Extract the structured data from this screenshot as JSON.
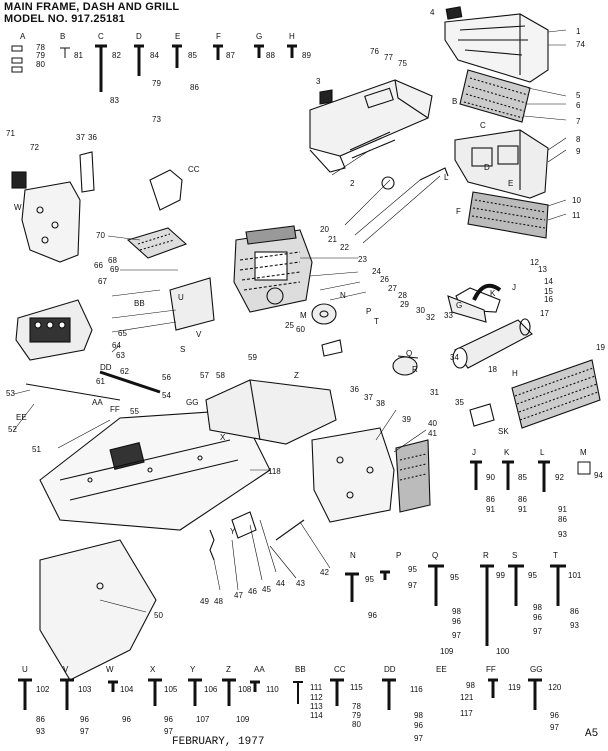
{
  "header": {
    "title_line1": "MAIN FRAME, DASH AND GRILL",
    "title_line2": "MODEL NO. 917.25181"
  },
  "footer": {
    "date": "FEBRUARY, 1977",
    "page_code": "A5"
  },
  "hardware_top": [
    {
      "letter": "A",
      "refs": [
        "78",
        "79",
        "80"
      ]
    },
    {
      "letter": "B",
      "refs": [
        "81"
      ]
    },
    {
      "letter": "C",
      "refs": [
        "82",
        "83"
      ]
    },
    {
      "letter": "D",
      "refs": [
        "84",
        "79"
      ]
    },
    {
      "letter": "E",
      "refs": [
        "85",
        "86"
      ]
    },
    {
      "letter": "F",
      "refs": [
        "87"
      ]
    },
    {
      "letter": "G",
      "refs": [
        "88"
      ]
    },
    {
      "letter": "H",
      "refs": [
        "89"
      ]
    }
  ],
  "hardware_right_row1": [
    {
      "letter": "J",
      "refs": [
        "90",
        "86",
        "91"
      ]
    },
    {
      "letter": "K",
      "refs": [
        "85",
        "86",
        "91"
      ]
    },
    {
      "letter": "L",
      "refs": [
        "92",
        "91",
        "86",
        "93"
      ]
    },
    {
      "letter": "M",
      "refs": [
        "94"
      ]
    }
  ],
  "hardware_right_row2": [
    {
      "letter": "N",
      "refs": [
        "95",
        "96"
      ]
    },
    {
      "letter": "P",
      "refs": [
        "95",
        "97"
      ]
    },
    {
      "letter": "Q",
      "refs": [
        "95",
        "98",
        "96",
        "97",
        "109"
      ]
    },
    {
      "letter": "R",
      "refs": [
        "99",
        "100"
      ]
    },
    {
      "letter": "S",
      "refs": [
        "95",
        "98",
        "96",
        "97"
      ]
    },
    {
      "letter": "T",
      "refs": [
        "101",
        "86",
        "93"
      ]
    }
  ],
  "hardware_bottom": [
    {
      "letter": "U",
      "refs": [
        "102",
        "86",
        "93"
      ]
    },
    {
      "letter": "V",
      "refs": [
        "103",
        "96",
        "97"
      ]
    },
    {
      "letter": "W",
      "refs": [
        "104",
        "96"
      ]
    },
    {
      "letter": "X",
      "refs": [
        "105",
        "96",
        "97"
      ]
    },
    {
      "letter": "Y",
      "refs": [
        "106",
        "107"
      ]
    },
    {
      "letter": "Z",
      "refs": [
        "108",
        "109"
      ]
    },
    {
      "letter": "AA",
      "refs": [
        "110"
      ]
    },
    {
      "letter": "BB",
      "refs": [
        "111",
        "112",
        "113",
        "114"
      ]
    },
    {
      "letter": "CC",
      "refs": [
        "115",
        "78",
        "79",
        "80"
      ]
    },
    {
      "letter": "DD",
      "refs": [
        "116",
        "98",
        "96",
        "97"
      ]
    },
    {
      "letter": "EE",
      "refs": [
        "98",
        "121",
        "117"
      ]
    },
    {
      "letter": "FF",
      "refs": [
        "119"
      ]
    },
    {
      "letter": "GG",
      "refs": [
        "120",
        "96",
        "97"
      ]
    }
  ],
  "part_callouts": {
    "right_column": [
      "4",
      "1",
      "74",
      "5",
      "6",
      "7",
      "8",
      "9",
      "10",
      "11"
    ],
    "hood_area": [
      "3",
      "76",
      "77",
      "75",
      "2",
      "20",
      "21",
      "22"
    ],
    "engine_area": [
      "23",
      "24",
      "25",
      "26",
      "27",
      "28",
      "29",
      "30",
      "31",
      "32",
      "33",
      "34",
      "12",
      "13",
      "14",
      "15",
      "16",
      "17",
      "18",
      "19",
      "35"
    ],
    "left_area": [
      "71",
      "72",
      "37",
      "36",
      "73",
      "70",
      "69",
      "68",
      "67",
      "66",
      "65",
      "64",
      "63",
      "62",
      "61",
      "56",
      "55",
      "57",
      "58",
      "59",
      "60",
      "54",
      "53",
      "52",
      "51",
      "50"
    ],
    "lower_area": [
      "36",
      "37",
      "38",
      "39",
      "40",
      "41",
      "42",
      "43",
      "44",
      "45",
      "46",
      "47",
      "48",
      "49",
      "118"
    ]
  },
  "hardware_tags": [
    "W",
    "X",
    "Y",
    "Z",
    "AA",
    "BB",
    "CC",
    "DD",
    "EE",
    "FF",
    "GG",
    "S",
    "V",
    "U",
    "Q",
    "R",
    "M",
    "N",
    "L",
    "K",
    "J",
    "H",
    "G",
    "F",
    "E",
    "D",
    "C",
    "B",
    "SK",
    "T",
    "P"
  ]
}
